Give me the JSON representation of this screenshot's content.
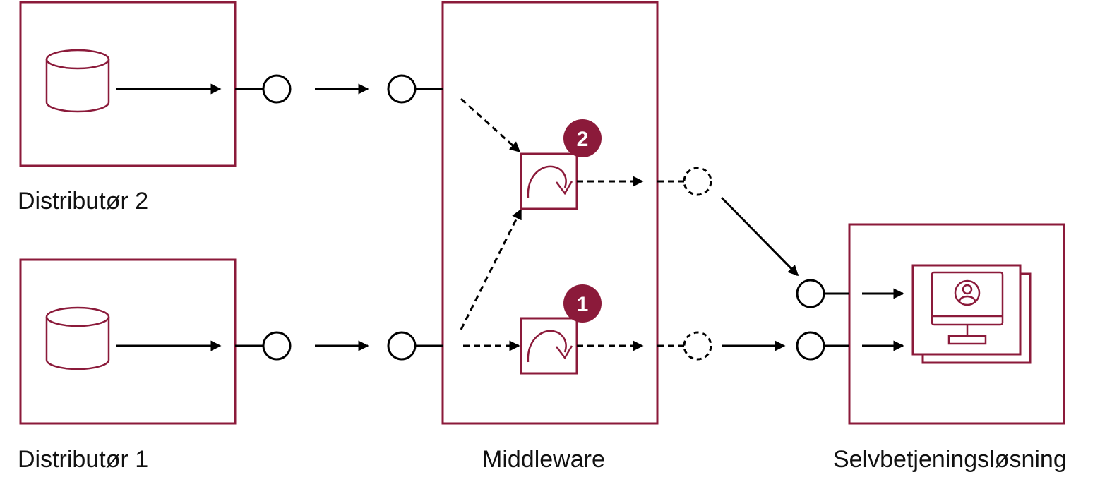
{
  "labels": {
    "distributor2": "Distributør 2",
    "distributor1": "Distributør 1",
    "middleware": "Middleware",
    "self_service": "Selvbetjeningsløsning"
  },
  "badges": {
    "process2": "2",
    "process1": "1"
  },
  "colors": {
    "accent": "#8b1a3a",
    "line": "#000000"
  },
  "icons": [
    "database-icon",
    "process-arrow-icon",
    "monitor-user-icon"
  ]
}
